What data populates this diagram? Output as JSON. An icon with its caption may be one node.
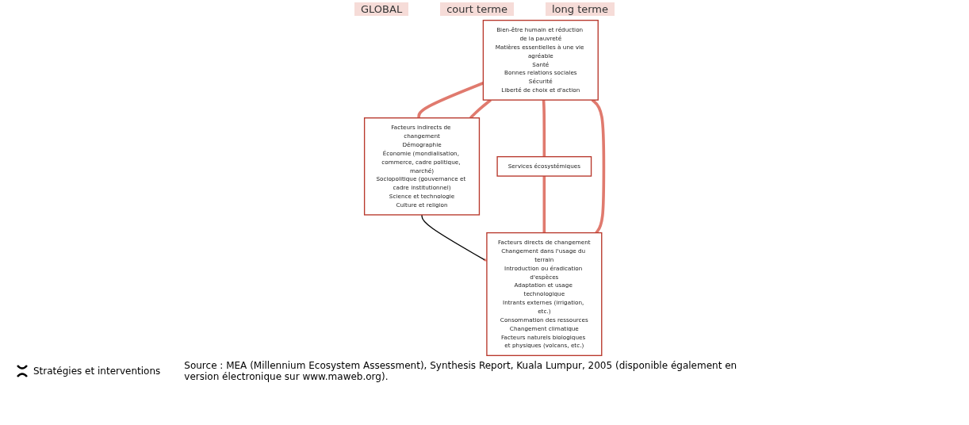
{
  "diagram": {
    "caption": "Source : MEA (Millennium Ecosystem Assessment), Synthesis Report, Kuala Lumpur, 2005 (disponible également en version électronique sur www.maweb.org).",
    "nodes": [
      {
        "text": [
          "Bien-être humain et réduction de la pauvreté",
          "Matières essentielles à une vie agréable",
          "Santé",
          "Bonnes relations sociales",
          "Sécurité",
          "Liberté de choix et d'action"
        ]
      },
      {
        "text": [
          "Facteurs indirects de changement",
          "Démographie",
          "Économie (mondialisation, commerce, cadre politique, marché)",
          "Sociopolitique (gouvernance et cadre institutionnel)",
          "Science et technologie",
          "Culture et religion"
        ]
      },
      {
        "text": [
          "Services écosystémiques"
        ]
      },
      {
        "text": [
          "Facteurs directs de changement",
          "Changement dans l'usage du terrain",
          "Introduction ou éradication d'espèces",
          "Adaptation et usage technologique",
          "Intrants externes (irrigation, etc.)",
          "Consommation des ressources",
          "Changement climatique",
          "Facteurs naturels biologiques et physiques (volcans, etc.)"
        ]
      }
    ],
    "edges": [
      {
        "from": 0,
        "to": 1,
        "arrow": "none"
      },
      {
        "from": 0,
        "to": 1,
        "arrow": "none"
      },
      {
        "from": 0,
        "to": 2,
        "arrow": "none"
      },
      {
        "from": 1,
        "to": 3,
        "arrow": "to",
        "color": "#000000"
      },
      {
        "from": 3,
        "to": 0,
        "arrow": "none"
      },
      {
        "from": 2,
        "to": 3,
        "arrow": "none"
      }
    ],
    "labels": [
      "GLOBAL",
      "court terme",
      "long terme"
    ],
    "legend": [
      {
        "text": "Stratégies et interventions"
      }
    ]
  }
}
